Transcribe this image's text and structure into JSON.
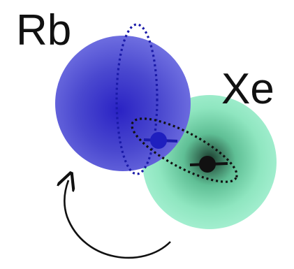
{
  "labels": {
    "rb": "Rb",
    "xe": "Xe"
  },
  "atoms": [
    {
      "name": "Rb",
      "color": "#4a4acc",
      "core_color": "#1f1fbf"
    },
    {
      "name": "Xe",
      "color": "#8fe8c0",
      "core_color": "#111111"
    }
  ],
  "icons": {
    "rotation_arrow": "curved-rotation-arrow-icon"
  },
  "colors": {
    "rb_orbital_dotted": "#1a1aa8",
    "xe_orbital_dotted": "#111111",
    "arrow": "#111111"
  }
}
